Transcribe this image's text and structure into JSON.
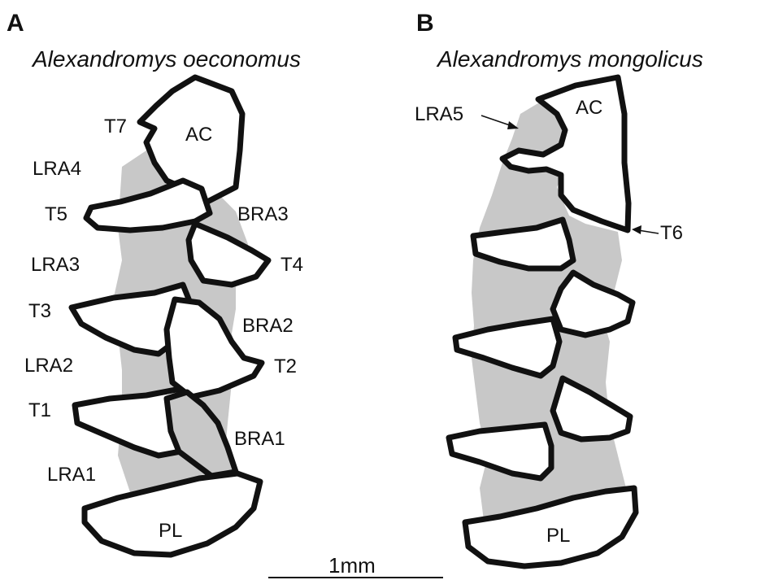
{
  "panels": [
    {
      "letter": "A",
      "species": "Alexandromys oeconomus",
      "labels": {
        "AC": "AC",
        "T7": "T7",
        "LRA4": "LRA4",
        "T5": "T5",
        "BRA3": "BRA3",
        "LRA3": "LRA3",
        "T4": "T4",
        "T3": "T3",
        "BRA2": "BRA2",
        "LRA2": "LRA2",
        "T2": "T2",
        "T1": "T1",
        "BRA1": "BRA1",
        "LRA1": "LRA1",
        "PL": "PL"
      }
    },
    {
      "letter": "B",
      "species": "Alexandromys mongolicus",
      "labels": {
        "LRA5": "LRA5",
        "AC": "AC",
        "T6": "T6",
        "PL": "PL"
      }
    }
  ],
  "scale_bar": {
    "label": "1mm"
  },
  "colors": {
    "outline": "#111111",
    "enamel_fill": "#ffffff",
    "dentine_fill": "#c8c8c8"
  }
}
